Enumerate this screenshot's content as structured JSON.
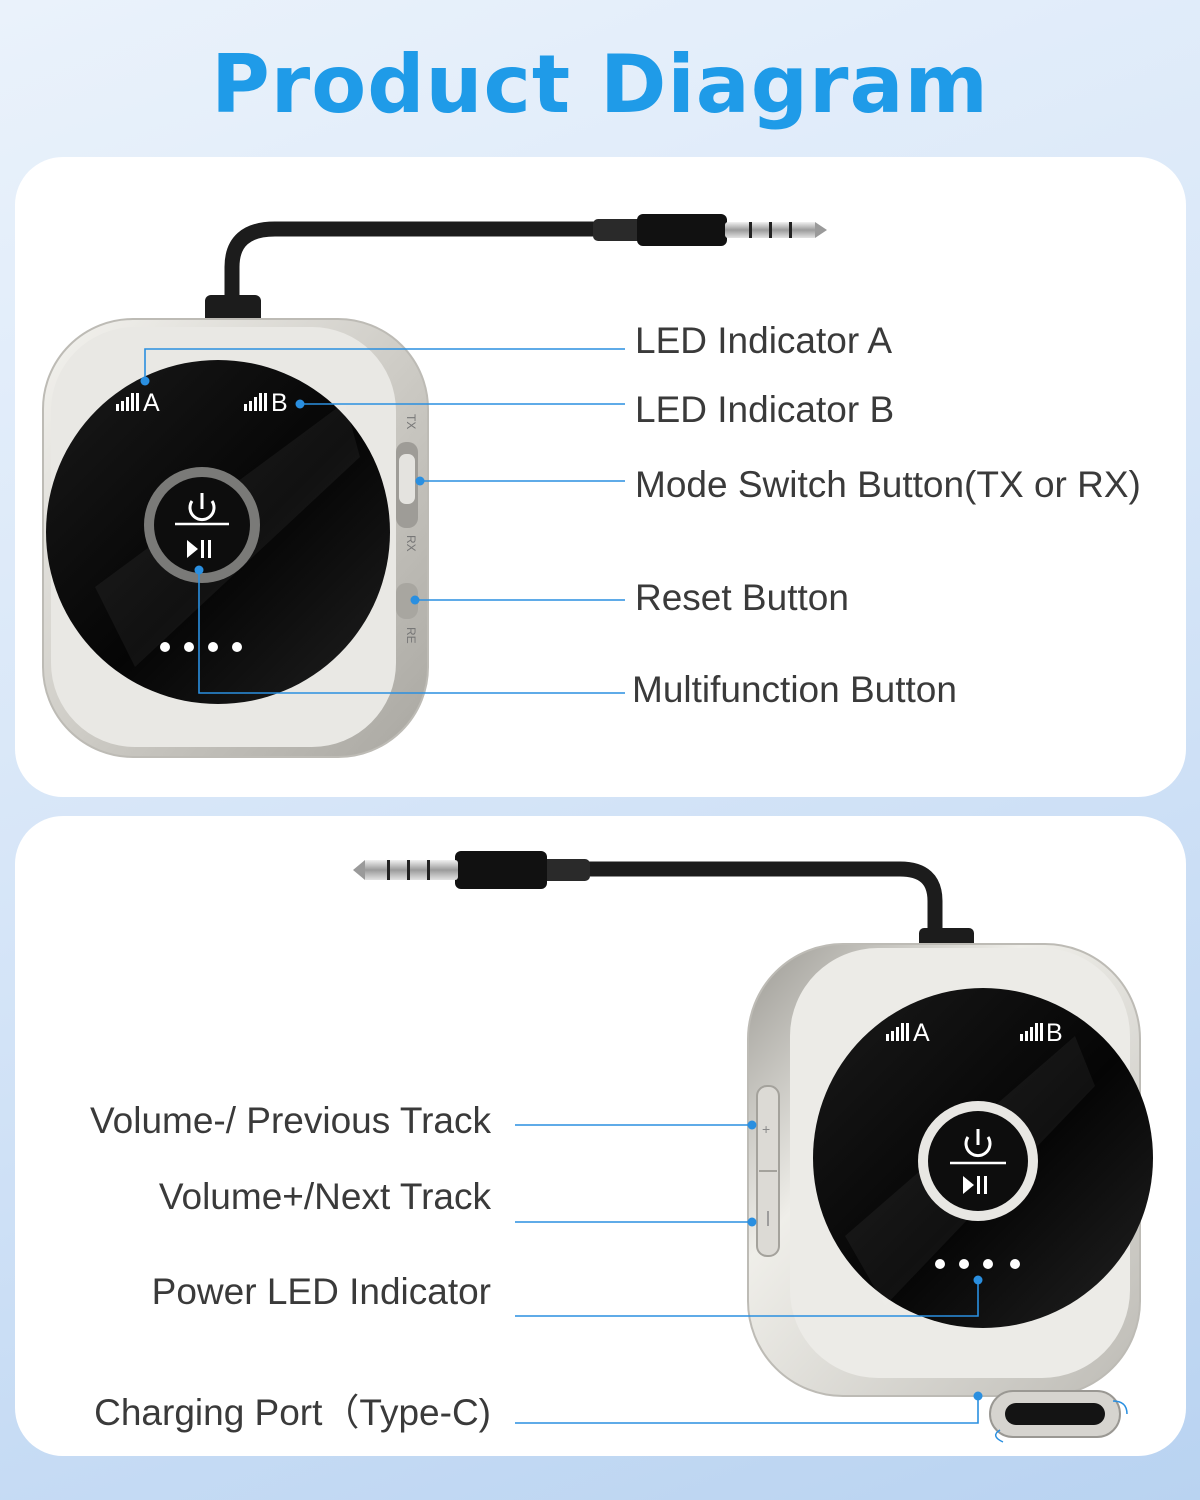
{
  "title": "Product Diagram",
  "device_markings": {
    "led_a": "A",
    "led_b": "B",
    "tx": "TX",
    "rx": "RX",
    "reset": "RE"
  },
  "front_view": {
    "callouts": [
      "LED Indicator A",
      "LED Indicator B",
      "Mode Switch Button(TX or RX)",
      "Reset Button",
      "Multifunction Button"
    ]
  },
  "side_view": {
    "callouts": [
      "Volume-/ Previous Track",
      "Volume+/Next Track",
      "Power LED Indicator",
      "Charging Port（Type-C)"
    ]
  },
  "colors": {
    "title": "#1f9be8",
    "leader_line": "#2a8fe0",
    "device_silver": "#d9d9d6",
    "device_face": "#0c0c0c"
  }
}
